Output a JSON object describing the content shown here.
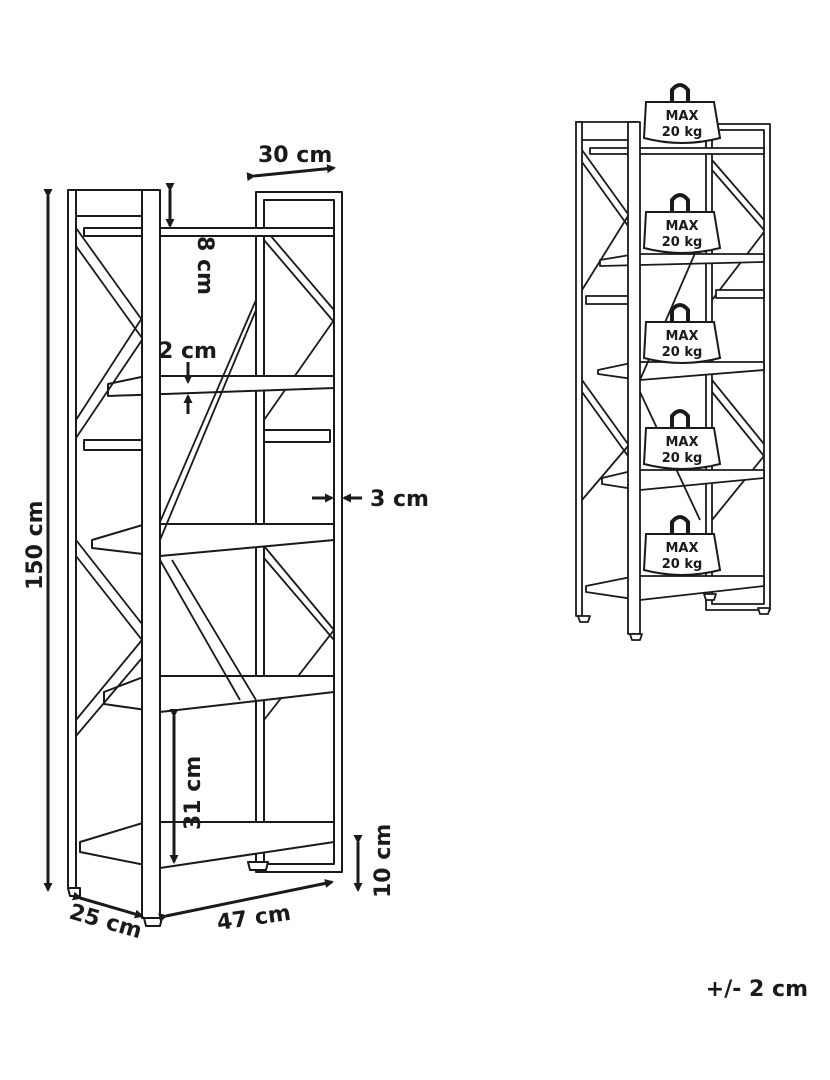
{
  "dimensions": {
    "top_depth": "30 cm",
    "top_gap": "8 cm",
    "shelf_thickness": "2 cm",
    "frame_width": "3 cm",
    "total_height": "150 cm",
    "bottom_shelf_gap": "31 cm",
    "leg_height": "10 cm",
    "depth": "25 cm",
    "width": "47 cm"
  },
  "weight_labels": [
    {
      "line1": "MAX",
      "line2": "20 kg"
    },
    {
      "line1": "MAX",
      "line2": "20 kg"
    },
    {
      "line1": "MAX",
      "line2": "20 kg"
    },
    {
      "line1": "MAX",
      "line2": "20 kg"
    },
    {
      "line1": "MAX",
      "line2": "20 kg"
    }
  ],
  "tolerance": "+/- 2 cm",
  "colors": {
    "line": "#1a1a1a",
    "weight_fill": "#ffffff",
    "background": "#ffffff"
  }
}
